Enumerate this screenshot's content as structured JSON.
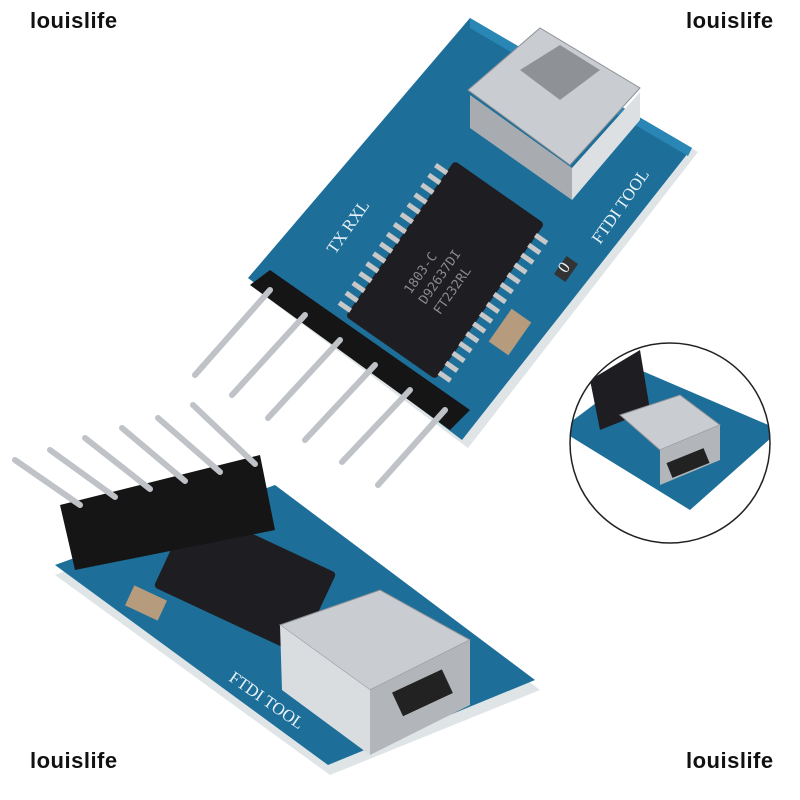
{
  "watermarks": {
    "top_left": "louislife",
    "top_right": "louislife",
    "bottom_left": "louislife",
    "bottom_right": "louislife"
  },
  "board": {
    "silkscreen_label": "FTDI TOOL",
    "led_labels": "TX RXL",
    "chip_markings": [
      "1803-C",
      "D92637DI",
      "FT232RL"
    ],
    "resistor_marking": "0"
  },
  "colors": {
    "pcb": "#1d6f9a",
    "pcb_dark": "#155a80",
    "chip": "#1e1e22",
    "metal": "#c9ccd0",
    "header": "#151515"
  }
}
